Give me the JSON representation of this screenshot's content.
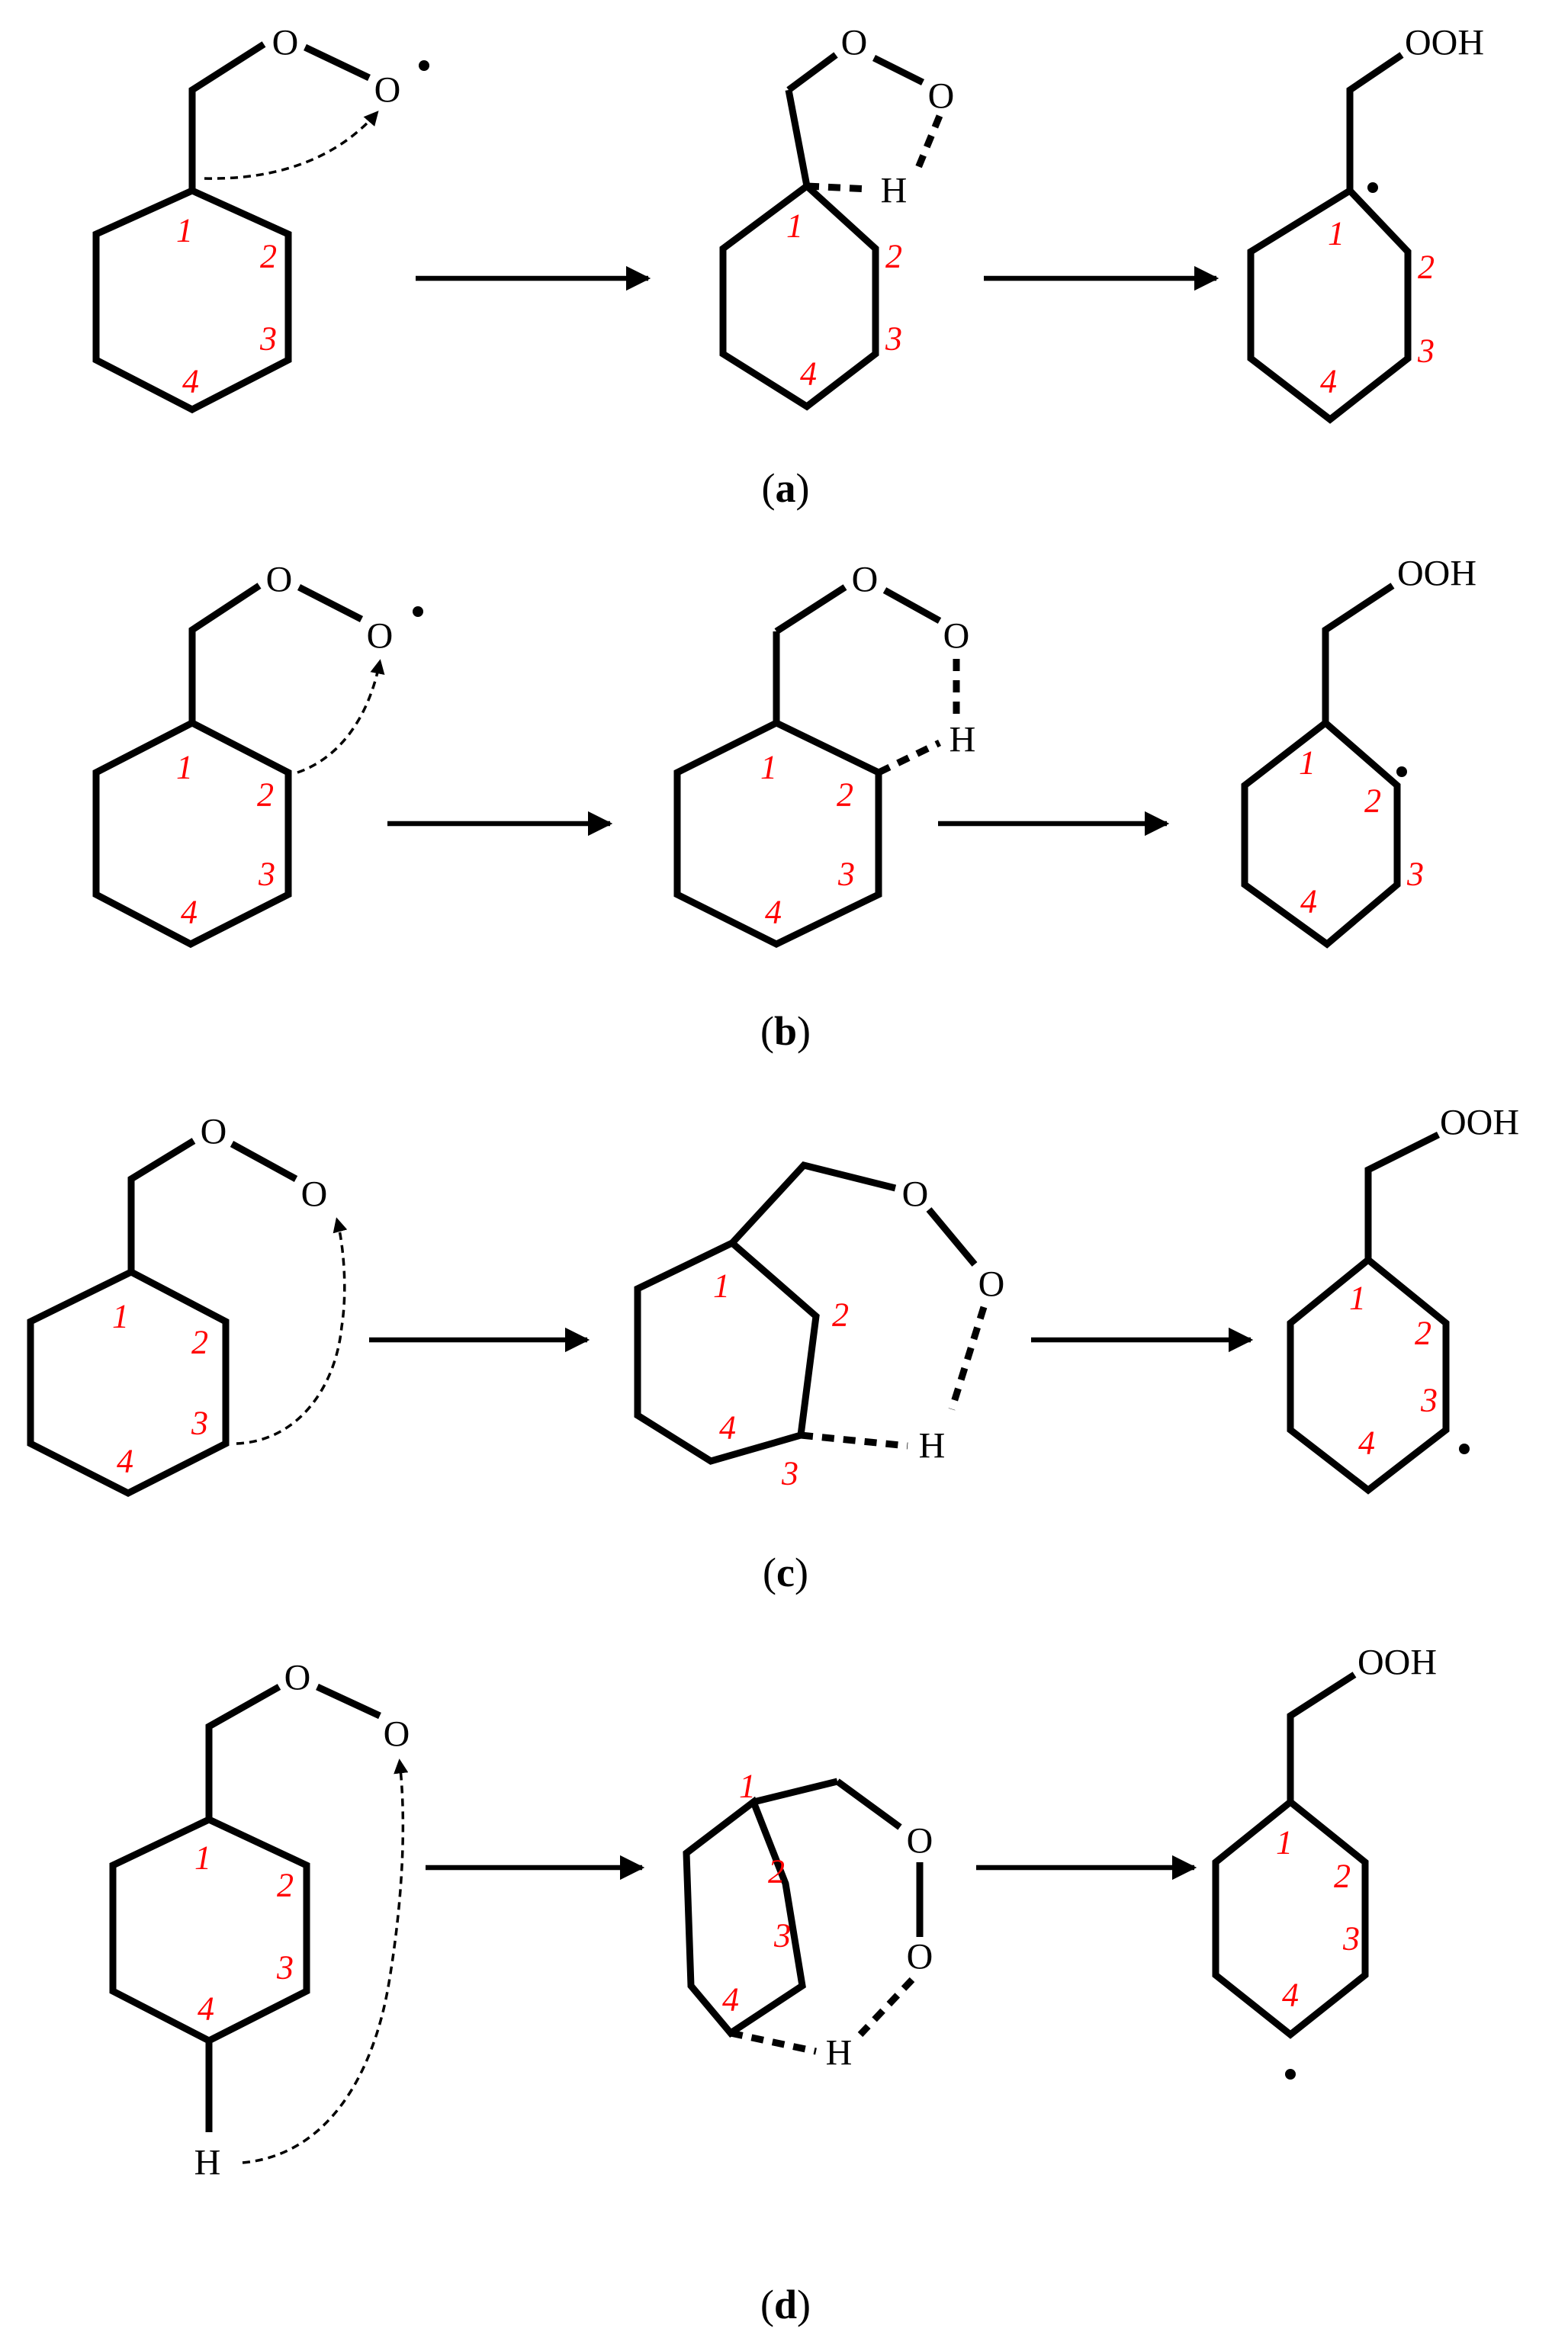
{
  "labels": {
    "oxygen": "O",
    "hydrogen": "H",
    "hydroperoxide": "OOH",
    "carbon_numbers": [
      "1",
      "2",
      "3",
      "4"
    ]
  },
  "panels": [
    {
      "id": "a",
      "letter": "a",
      "abstracted_carbon": "1"
    },
    {
      "id": "b",
      "letter": "b",
      "abstracted_carbon": "2"
    },
    {
      "id": "c",
      "letter": "c",
      "abstracted_carbon": "3"
    },
    {
      "id": "d",
      "letter": "d",
      "abstracted_carbon": "4"
    }
  ],
  "caption_format": {
    "open": "(",
    "close": ")"
  },
  "colors": {
    "numbering": "#ff0000",
    "structure": "#000000"
  }
}
